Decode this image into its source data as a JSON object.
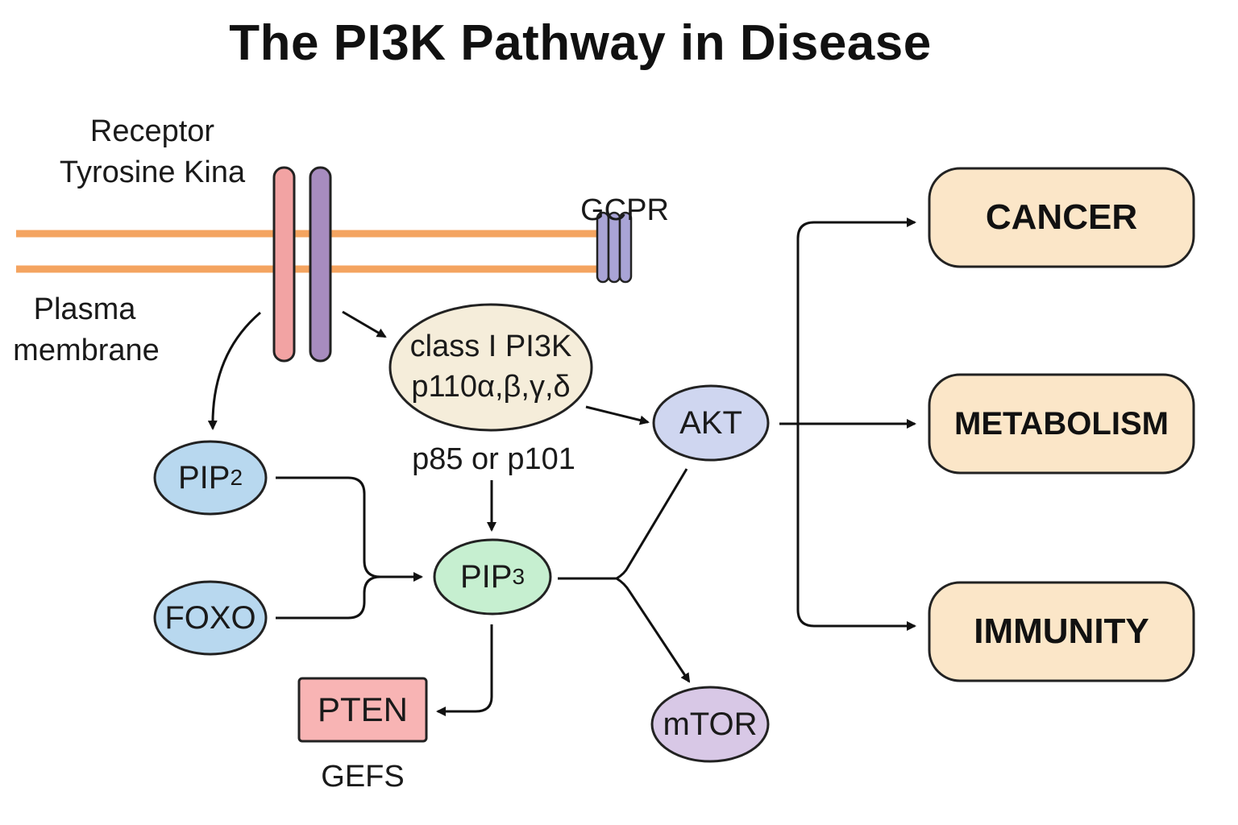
{
  "title": "The PI3K Pathway in Disease",
  "labels": {
    "receptor_line1": "Receptor",
    "receptor_line2": "Tyrosine Kina",
    "gpcr": "GCPR",
    "plasma_line1": "Plasma",
    "plasma_line2": "membrane",
    "p85": "p85 or p101",
    "gefs": "GEFS"
  },
  "nodes": {
    "pi3k_line1": "class I PI3K",
    "pi3k_line2": "p110α,β,γ,δ",
    "akt": "AKT",
    "pip2_base": "PIP",
    "pip2_sub": "2",
    "pip3_base": "PIP",
    "pip3_sub": "3",
    "foxo": "FOXO",
    "pten": "PTEN",
    "mtor": "mTOR"
  },
  "outcomes": {
    "cancer": "CANCER",
    "metabolism": "METABOLISM",
    "immunity": "IMMUNITY"
  },
  "colors": {
    "membrane": "#f4a460",
    "receptor_left": "#f2a3a3",
    "receptor_right": "#a78cbf",
    "gpcr": "#a9a4d6",
    "pi3k": "#f5edda",
    "akt": "#cfd6f0",
    "pip2": "#b8d8ef",
    "foxo": "#b8d8ef",
    "pip3": "#c6efd0",
    "pten": "#f8b4b4",
    "mtor": "#d8c8e6",
    "outcome": "#fbe6c8"
  }
}
